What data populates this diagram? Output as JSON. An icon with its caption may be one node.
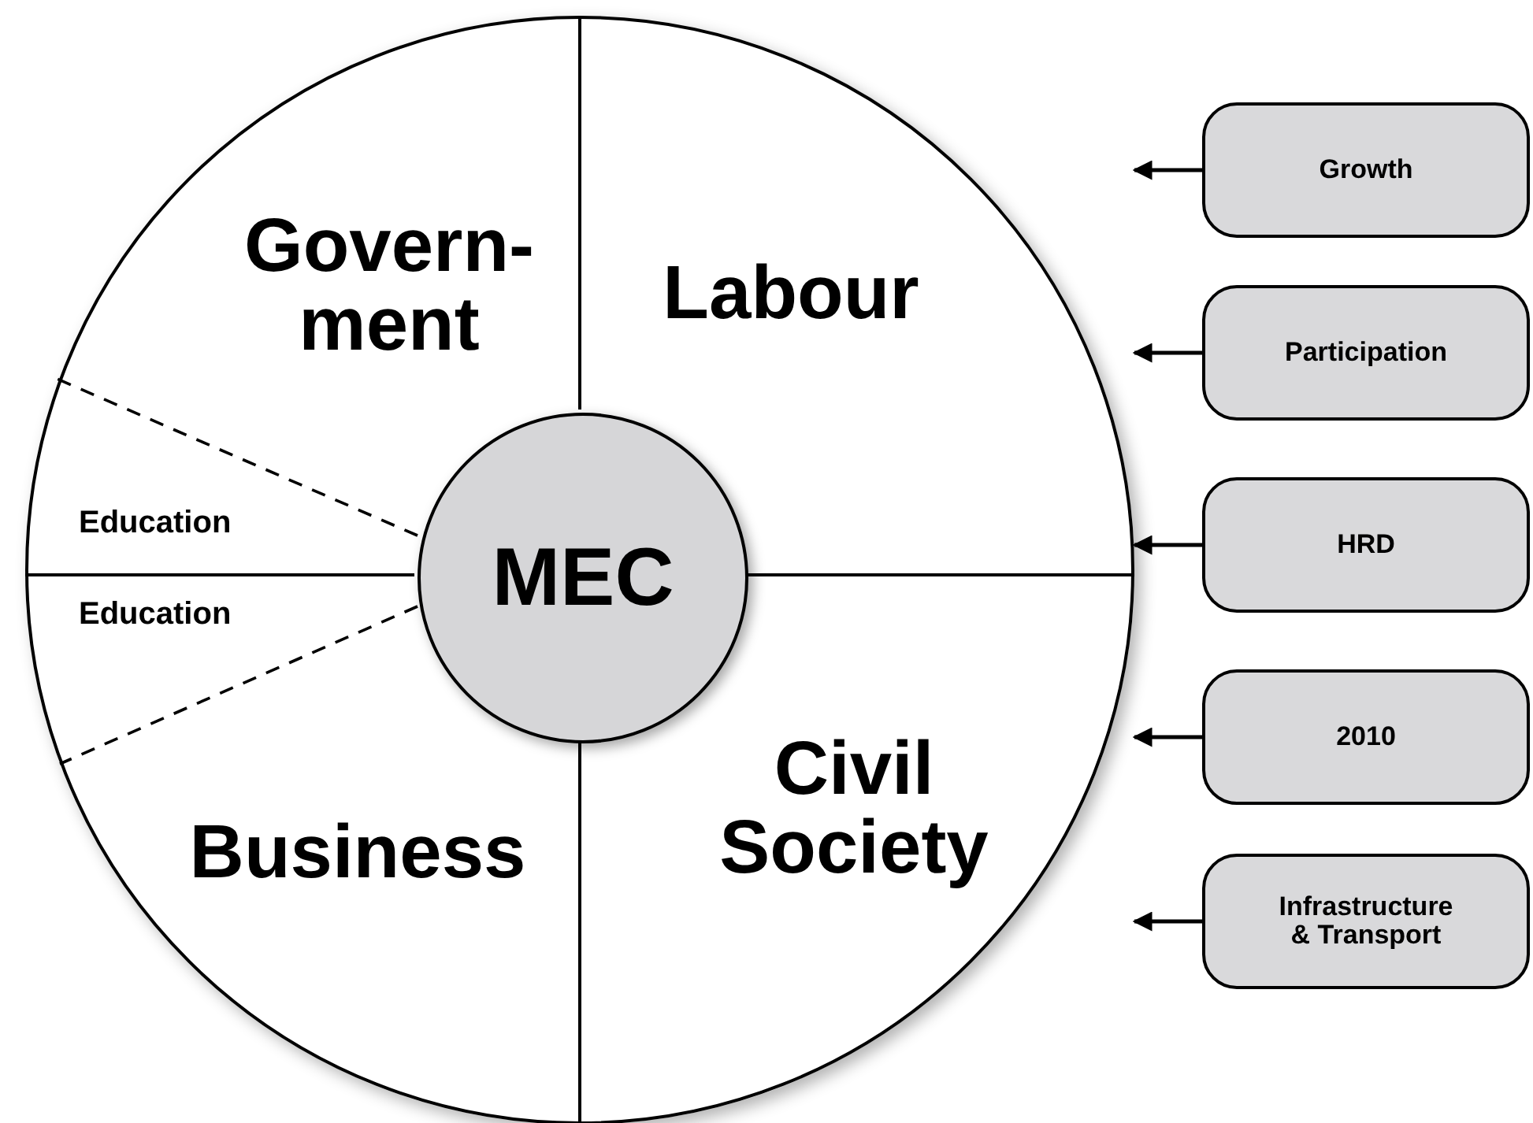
{
  "diagram": {
    "nodes": [
      {
        "text": [],
        "shape": "circle"
      },
      {
        "text": [
          "Govern- ment"
        ],
        "in": 0
      },
      {
        "text": [
          "Labour"
        ],
        "in": 0
      },
      {
        "text": [
          "Education"
        ],
        "in": 0
      },
      {
        "text": [
          "Education"
        ],
        "in": 0
      },
      {
        "text": [
          "MEC"
        ],
        "in": 0
      },
      {
        "text": [
          "Business"
        ],
        "in": 0
      },
      {
        "text": [
          "Civil Society"
        ],
        "in": 0
      },
      {
        "text": [
          "Growth"
        ]
      },
      {
        "text": [
          "Participation"
        ]
      },
      {
        "text": [
          "HRD"
        ]
      },
      {
        "text": [
          "2010"
        ]
      },
      {
        "text": [
          "Infrastructure & Transport"
        ]
      }
    ],
    "edges": [
      {
        "from": 8,
        "to": 0,
        "arrow": "to"
      },
      {
        "from": 9,
        "to": 0,
        "arrow": "to"
      },
      {
        "from": 10,
        "to": 0,
        "arrow": "to"
      },
      {
        "from": 11,
        "to": 0,
        "arrow": "to"
      },
      {
        "from": 12,
        "to": 0,
        "arrow": "to"
      }
    ]
  }
}
